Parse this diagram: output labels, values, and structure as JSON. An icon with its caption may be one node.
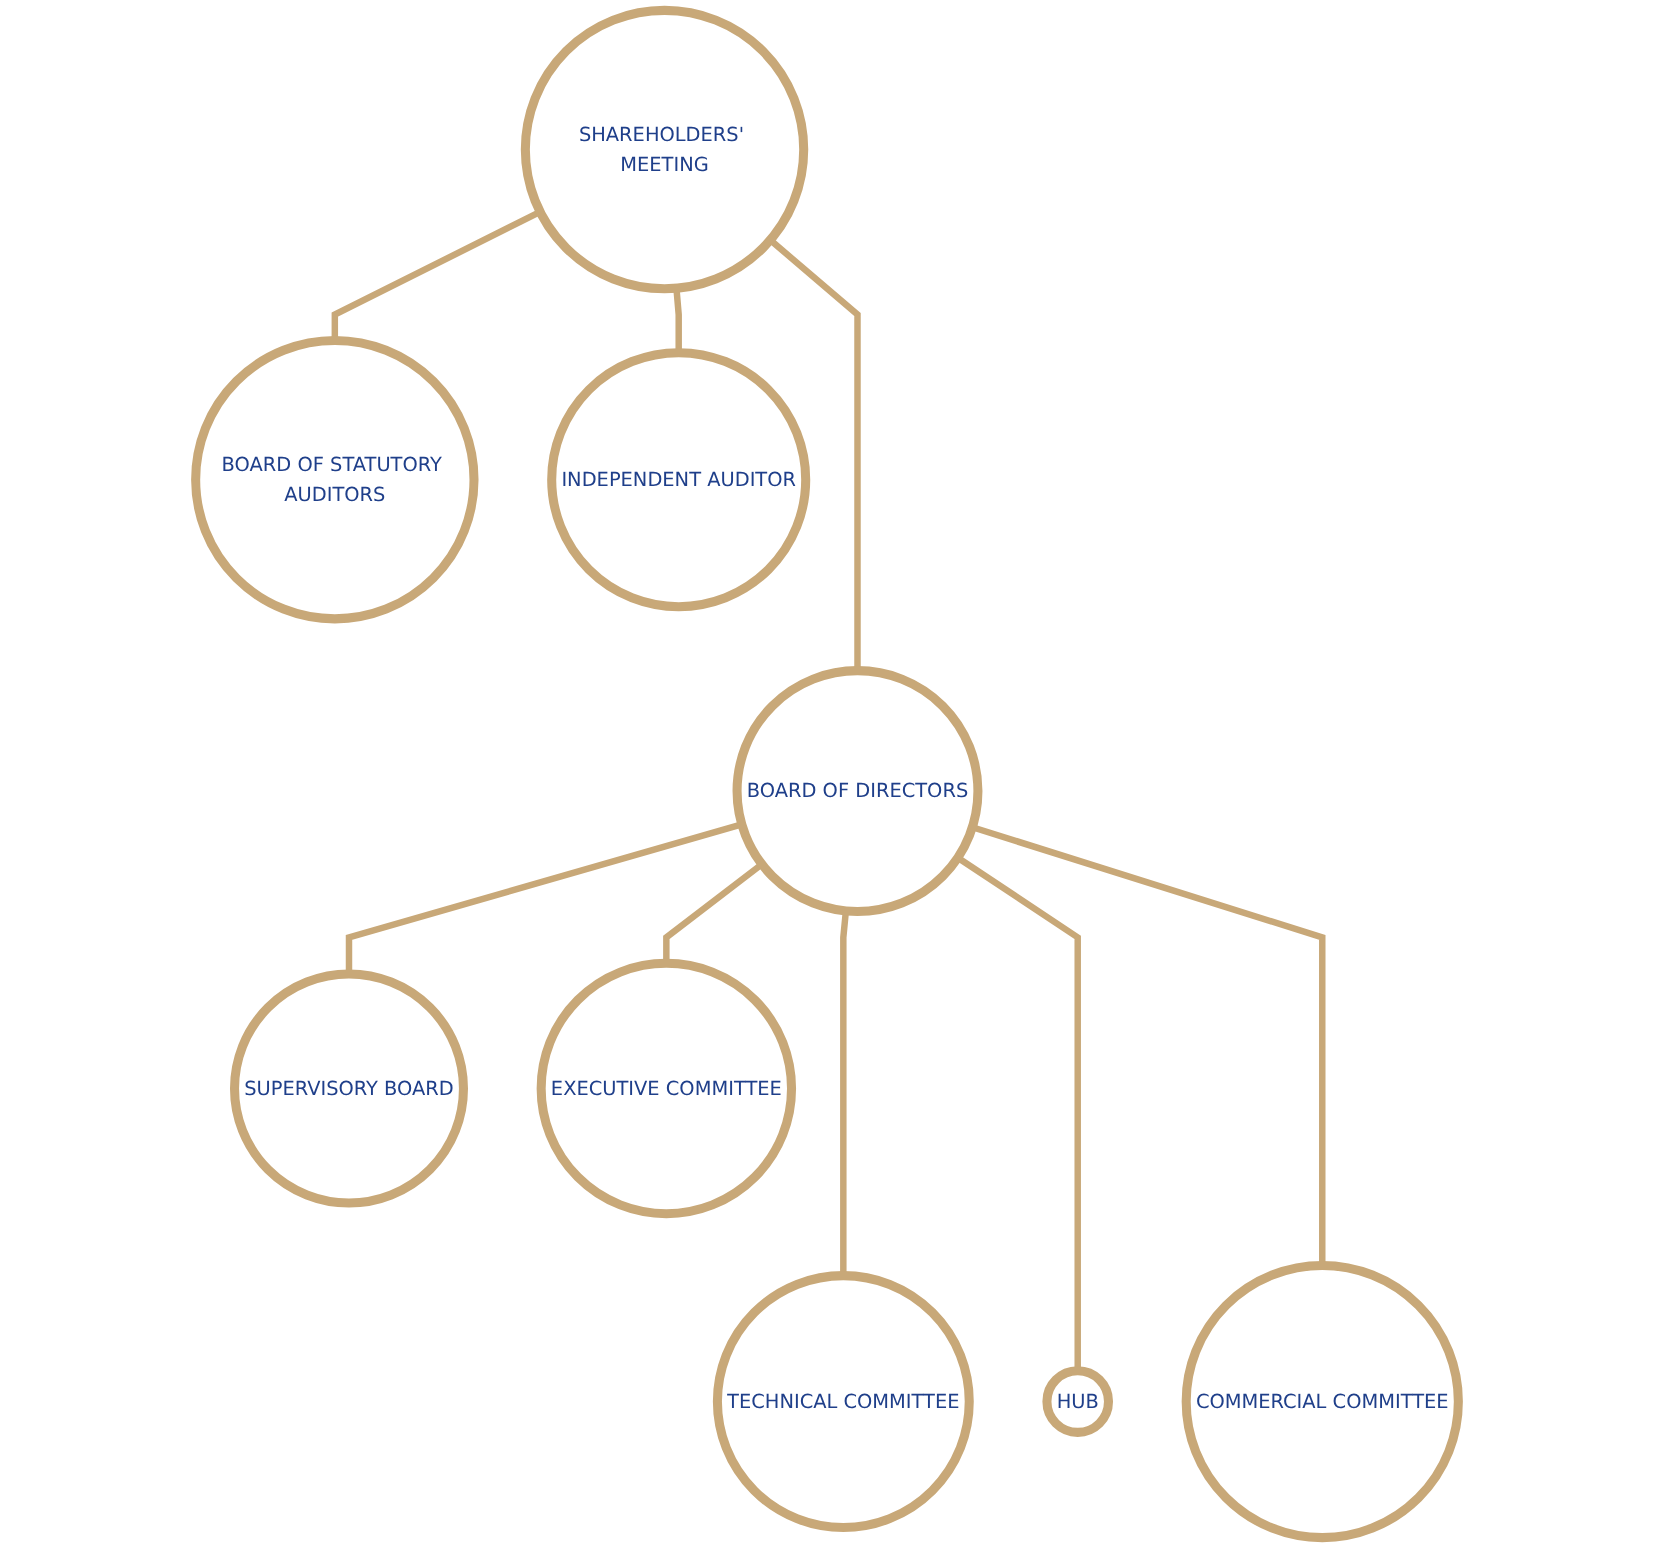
{
  "diagram": {
    "nodes": [
      {
        "text": [
          "SHAREHOLDERS' MEETING"
        ]
      },
      {
        "text": [
          "BOARD OF STATUTORY AUDITORS"
        ]
      },
      {
        "text": [
          "INDEPENDENT AUDITOR"
        ]
      },
      {
        "text": [
          "BOARD OF DIRECTORS"
        ]
      },
      {
        "text": [
          "SUPERVISORY BOARD"
        ]
      },
      {
        "text": [
          "EXECUTIVE COMMITTEE"
        ]
      },
      {
        "text": [
          "TECHNICAL COMMITTEE"
        ]
      },
      {
        "text": [
          "HUB"
        ]
      },
      {
        "text": [
          "COMMERCIAL COMMITTEE"
        ]
      }
    ],
    "edges": [
      {
        "from": 0,
        "to": 1,
        "arrow": "none"
      },
      {
        "from": 0,
        "to": 2,
        "arrow": "none"
      },
      {
        "from": 0,
        "to": 3,
        "arrow": "none"
      },
      {
        "from": 3,
        "to": 4,
        "arrow": "none"
      },
      {
        "from": 3,
        "to": 5,
        "arrow": "none"
      },
      {
        "from": 3,
        "to": 6,
        "arrow": "none"
      },
      {
        "from": 3,
        "to": 7,
        "arrow": "none"
      },
      {
        "from": 3,
        "to": 8,
        "arrow": "none"
      }
    ]
  }
}
